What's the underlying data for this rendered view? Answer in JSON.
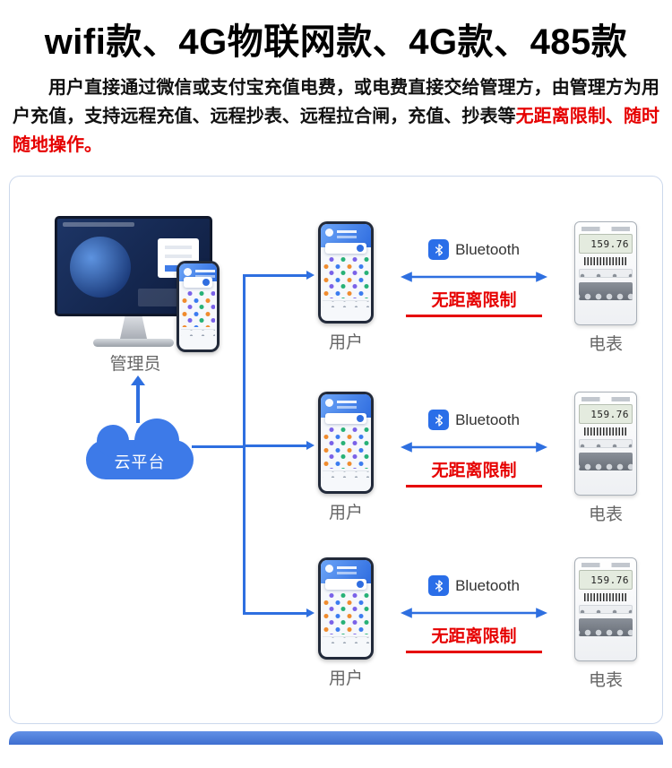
{
  "title": "wifi款、4G物联网款、4G款、485款",
  "intro": {
    "black": "用户直接通过微信或支付宝充值电费，或电费直接交给管理方，由管理方为用户充值，支持远程充值、远程抄表、远程拉合闸，充值、抄表等",
    "red": "无距离限制、随时随地操作。"
  },
  "diagram": {
    "admin_label": "管理员",
    "cloud_label": "云平台",
    "rows": [
      {
        "user_label": "用户",
        "bluetooth_label": "Bluetooth",
        "limit_label": "无距离限制",
        "meter_label": "电表",
        "meter_reading": "159.76"
      },
      {
        "user_label": "用户",
        "bluetooth_label": "Bluetooth",
        "limit_label": "无距离限制",
        "meter_label": "电表",
        "meter_reading": "159.76"
      },
      {
        "user_label": "用户",
        "bluetooth_label": "Bluetooth",
        "limit_label": "无距离限制",
        "meter_label": "电表",
        "meter_reading": "159.76"
      }
    ],
    "colors": {
      "accent_blue": "#2e6fe0",
      "red": "#e60000",
      "cloud_blue": "#3d7ae8"
    }
  }
}
